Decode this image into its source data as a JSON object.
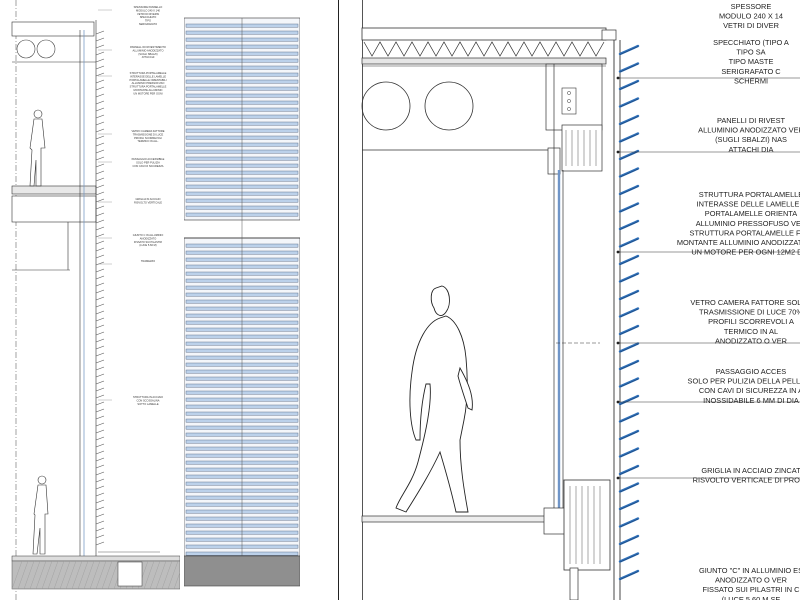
{
  "small_section": {
    "notes": [
      [
        "SPESSORE PANNELLO",
        "MODULO 240 X 140",
        "VETRI DI DIVERSI",
        "SPECCHIATO",
        "TIPO",
        "SERIGRAFATO"
      ],
      [
        "PANNELLI DI RIVESTIMENTO",
        "ALLUMINIO ANODIZZATO",
        "(SUGLI SBALZI)",
        "ATTACCHI"
      ],
      [
        "STRUTTURA PORTALAMELLE",
        "INTERASSE DELLE LAMELLE",
        "PORTALAMELLE ORIENTABILI",
        "ALLUMINIO PRESSOFUSO",
        "STRUTTURA PORTALAMELLE",
        "MONTANTE ALLUMINIO",
        "UN MOTORE PER OGNI"
      ],
      [
        "VETRO CAMERA FATTORE",
        "TRASMISSIONE DI LUCE",
        "PROFILI SCORREVOLI",
        "TERMICO IN ALL."
      ],
      [
        "PASSAGGIO ACCESSIBILE",
        "SOLO PER PULIZIA",
        "CON CAVI DI SICUREZZA"
      ],
      [
        "GRIGLIA IN ACCIAIO",
        "RISVOLTO VERTICALE"
      ],
      [
        "GIUNTO C IN ALLUMINIO",
        "ANODIZZATO",
        "FISSATO SUI PILASTRI",
        "(LUCE 5.60 M)"
      ],
      [
        "TRAMEZZO"
      ],
      [
        "STRUTTURA IN ACCIAIO",
        "CON SCOSSALINA",
        "SOTTO LAMELLE"
      ]
    ]
  },
  "detail_notes": [
    {
      "lines": [
        "SPESSORE",
        "MODULO 240 X 14",
        "VETRI DI DIVER"
      ]
    },
    {
      "lines": [
        "SPECCHIATO (TIPO A",
        "TIPO SA",
        "TIPO MASTE",
        "SERIGRAFATO C",
        "SCHERMI"
      ]
    },
    {
      "lines": [
        "PANELLI DI RIVEST",
        "ALLUMINIO ANODIZZATO VER",
        "(SUGLI SBALZI) NAS",
        "ATTACHI DIA"
      ]
    },
    {
      "lines": [
        "STRUTTURA PORTALAMELLE",
        "INTERASSE DELLE LAMELLE 2",
        "PORTALAMELLE ORIENTA",
        "ALLUMINIO PRESSOFUSO VER",
        "STRUTTURA PORTALAMELLE FISS",
        "MONTANTE ALLUMINIO ANODIZZATO VER",
        "UN MOTORE PER OGNI 12M2 DI L"
      ]
    },
    {
      "lines": [
        "VETRO CAMERA FATTORE SOLAR",
        "TRASMISSIONE DI LUCE 70%",
        "PROFILI SCORREVOLI A",
        "TERMICO IN AL",
        "ANODIZZATO O VER"
      ]
    },
    {
      "lines": [
        "PASSAGGIO ACCES",
        "SOLO PER PULIZIA DELLA PELLE IN",
        "CON CAVI DI SICUREZZA IN A",
        "INOSSIDABILE 6 MM DI DIA"
      ]
    },
    {
      "lines": [
        "GRIGLIA IN ACCIAIO ZINCAT",
        "RISVOLTO VERTICALE DI PROTE"
      ]
    },
    {
      "lines": [
        "GIUNTO \"C\" IN ALLUMINIO ES",
        "ANODIZZATO O VER",
        "FISSATO SUI PILASTRI IN C",
        "(LUCE 5.60 M SE"
      ]
    }
  ]
}
